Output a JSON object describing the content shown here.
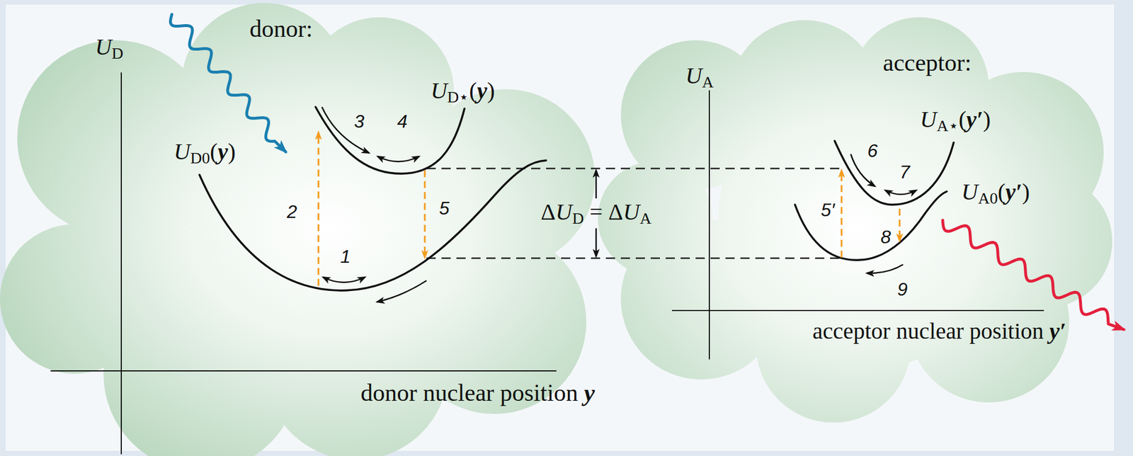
{
  "diagram": {
    "labels": [
      "donor:",
      "UD",
      "UD⋆(y)",
      "UD0(y)",
      "3",
      "4",
      "2",
      "5",
      "1",
      "ΔUD = ΔUA",
      "donor nuclear position y",
      "acceptor:",
      "UA",
      "UA⋆(y′)",
      "6",
      "7",
      "UA0(y′)",
      "5′",
      "8",
      "9",
      "acceptor nuclear position y′"
    ]
  }
}
